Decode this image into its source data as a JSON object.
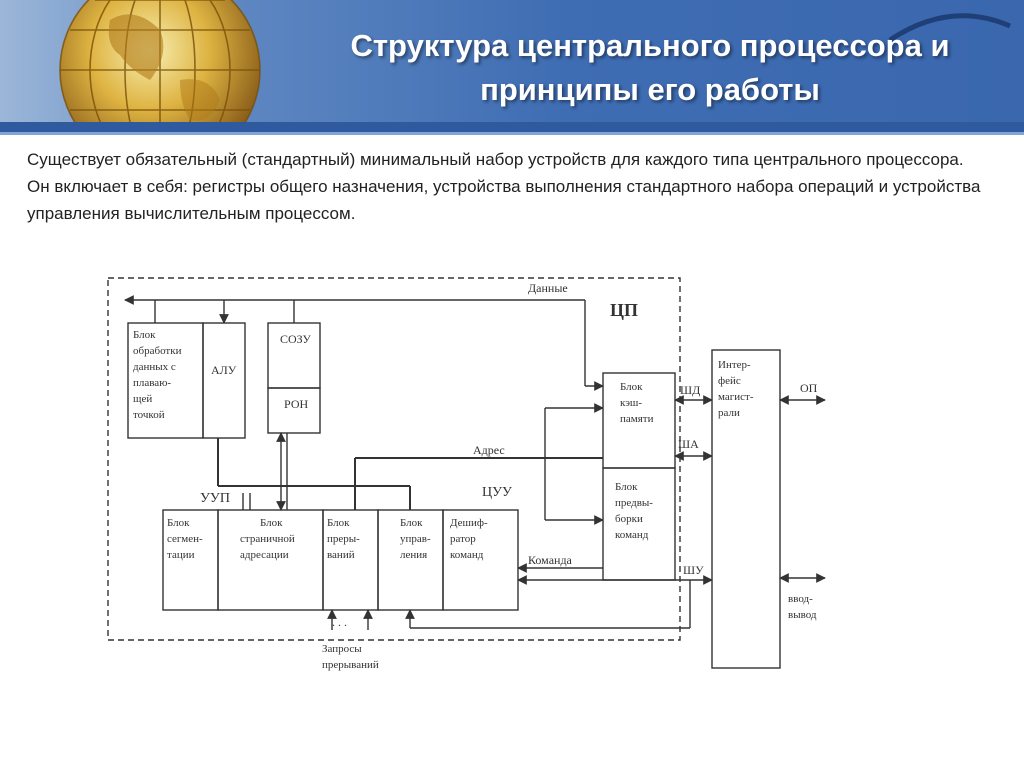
{
  "slide": {
    "title_line1": "Структура центрального процессора и",
    "title_line2": "принципы его работы",
    "body_text": "Существует обязательный (стандартный) минимальный набор устройств для каждого типа центрального процессора. Он включает в себя: регистры общего назначения, устройства выполнения стандартного набора операций и устройства управления вычислительным процессом."
  },
  "diagram": {
    "cpu_label": "ЦП",
    "data_label": "Данные",
    "address_label": "Адрес",
    "command_label": "Команда",
    "uup_label": "УУП",
    "cuu_label": "ЦУУ",
    "fpu_block": [
      "Блок",
      "обработки",
      "данных с",
      "плаваю-",
      "щей",
      "точкой"
    ],
    "alu_block": "АЛУ",
    "sozu_block": "СОЗУ",
    "ron_block": "РОН",
    "cache_block": [
      "Блок",
      "кэш-",
      "памяти"
    ],
    "prefetch_block": [
      "Блок",
      "предвы-",
      "борки",
      "команд"
    ],
    "segment_block": [
      "Блок",
      "сегмен-",
      "тации"
    ],
    "paging_block": [
      "Блок",
      "страничной",
      "адресации"
    ],
    "interrupt_block": [
      "Блок",
      "преры-",
      "ваний"
    ],
    "control_block": [
      "Блок",
      "управ-",
      "ления"
    ],
    "decoder_block": [
      "Дешиф-",
      "ратор",
      "команд"
    ],
    "bus_interface": [
      "Интер-",
      "фейс",
      "магист-",
      "рали"
    ],
    "shd_label": "ШД",
    "sha_label": "ША",
    "shu_label": "ШУ",
    "op_label": "ОП",
    "io_label": [
      "ввод-",
      "вывод"
    ],
    "interrupt_requests": [
      "Запросы",
      "прерываний"
    ],
    "dots": ". . ."
  },
  "colors": {
    "header_blue": "#3f6db3",
    "title_text": "#ffffff",
    "diagram_ink": "#333333"
  }
}
